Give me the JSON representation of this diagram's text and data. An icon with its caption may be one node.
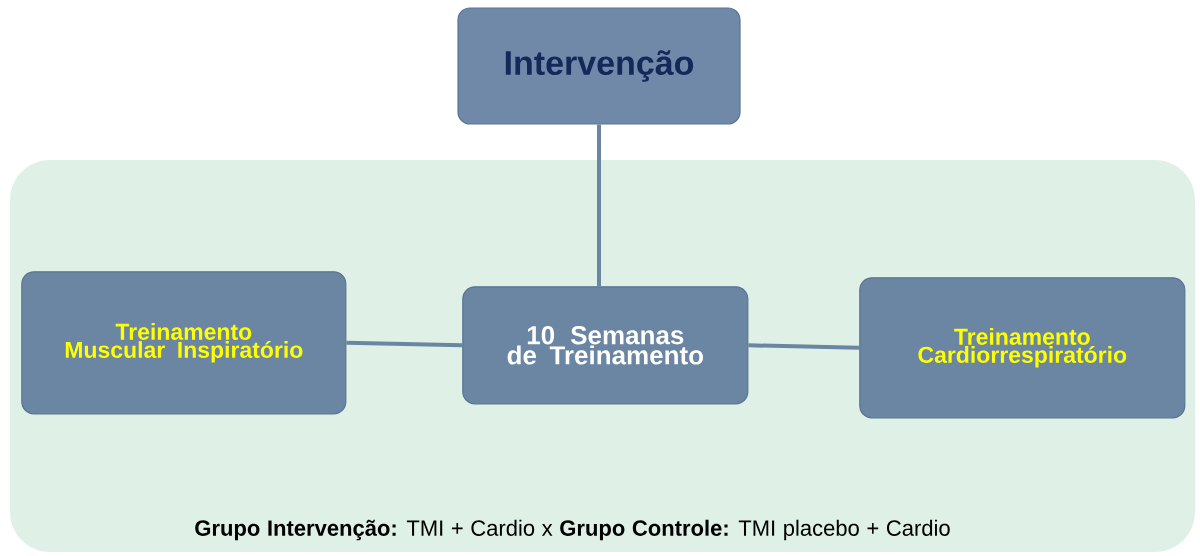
{
  "diagram": {
    "nodes": [
      {
        "text": [
          "Intervenção"
        ]
      },
      {
        "text": [
          "**Grupo Intervenção:** TMI + Cardio x **Grupo Controle:** TMI placebo + Cardio"
        ]
      },
      {
        "text": [
          "Treinamento Muscular Inspiratório"
        ],
        "in": 1
      },
      {
        "text": [
          "10 Semanas de Treinamento"
        ],
        "in": 1
      },
      {
        "text": [
          "Treinamento Cardiorrespiratório"
        ],
        "in": 1
      }
    ],
    "edges": [
      {
        "from": 0,
        "to": 3,
        "arrow": "none"
      },
      {
        "from": 2,
        "to": 3,
        "arrow": "none"
      },
      {
        "from": 3,
        "to": 4,
        "arrow": "none"
      }
    ]
  }
}
